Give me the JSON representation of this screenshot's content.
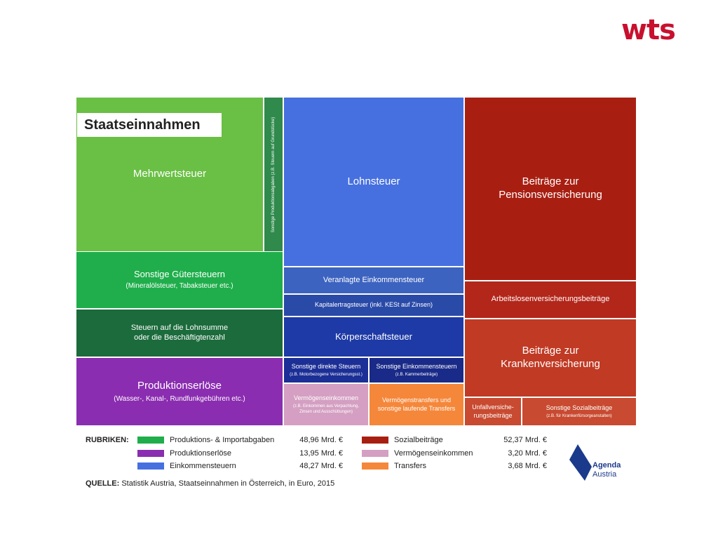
{
  "header": {
    "logo_text": "wts"
  },
  "chart_data": {
    "type": "treemap",
    "title": "Staatseinnahmen",
    "tiles": [
      {
        "label": "Mehrwertsteuer",
        "group": "Produktions- & Importabgaben",
        "color": "#6abf45"
      },
      {
        "label": "Sonstige Produktionsabgaben (z.B. Steuern auf Grundstücke)",
        "group": "Produktions- & Importabgaben",
        "color": "#2f8a4c"
      },
      {
        "label": "Sonstige Gütersteuern",
        "sub": "(Mineralölsteuer, Tabaksteuer etc.)",
        "group": "Produktions- & Importabgaben",
        "color": "#1fae4b"
      },
      {
        "label": "Steuern auf die Lohnsumme\noder die Beschäftigtenzahl",
        "group": "Produktions- & Importabgaben",
        "color": "#1c6b3c"
      },
      {
        "label": "Produktionserlöse",
        "sub": "(Wasser-, Kanal-, Rundfunkgebühren etc.)",
        "group": "Produktionserlöse",
        "color": "#8a2db0"
      },
      {
        "label": "Lohnsteuer",
        "group": "Einkommensteuern",
        "color": "#4670e0"
      },
      {
        "label": "Veranlagte Einkommensteuer",
        "group": "Einkommensteuern",
        "color": "#3d63c0"
      },
      {
        "label": "Kapitalertragsteuer (inkl. KESt auf Zinsen)",
        "group": "Einkommensteuern",
        "color": "#2a4aa8"
      },
      {
        "label": "Körperschaftsteuer",
        "group": "Einkommensteuern",
        "color": "#1e3aa6"
      },
      {
        "label": "Sonstige direkte Steuern",
        "sub": "(z.B. Motorbezogene Versicherungsst.)",
        "group": "Einkommensteuern",
        "color": "#1c2f96"
      },
      {
        "label": "Sonstige Einkommensteuern",
        "sub": "(z.B. Kammerbeiträge)",
        "group": "Einkommensteuern",
        "color": "#1a2a88"
      },
      {
        "label": "Vermögenseinkommen",
        "sub": "(z.B. Einkommen aus Verpachtung,\nZinsen und Ausschüttungen)",
        "group": "Vermögenseinkommen",
        "color": "#d49fc2"
      },
      {
        "label": "Vermögenstransfers und\nsonstige laufende Transfers",
        "group": "Transfers",
        "color": "#f5873a"
      },
      {
        "label": "Beiträge zur\nPensionsversicherung",
        "group": "Sozialbeiträge",
        "color": "#a81f12"
      },
      {
        "label": "Arbeitslosenversicherungsbeiträge",
        "group": "Sozialbeiträge",
        "color": "#b3261a"
      },
      {
        "label": "Beiträge zur\nKrankenversicherung",
        "group": "Sozialbeiträge",
        "color": "#c03a24"
      },
      {
        "label": "Unfallversiche-\nrungsbeiträge",
        "group": "Sozialbeiträge",
        "color": "#c84a30"
      },
      {
        "label": "Sonstige Sozialbeiträge",
        "sub": "(z.B. für Krankenfürsorgeanstalten)",
        "group": "Sozialbeiträge",
        "color": "#c84a30"
      }
    ],
    "legend": {
      "heading": "RUBRIKEN:",
      "items": [
        {
          "name": "Produktions- & Importabgaben",
          "value": "48,96 Mrd. €",
          "color": "#1fae4b"
        },
        {
          "name": "Produktionserlöse",
          "value": "13,95 Mrd. €",
          "color": "#8a2db0"
        },
        {
          "name": "Einkommensteuern",
          "value": "48,27 Mrd. €",
          "color": "#4670e0"
        },
        {
          "name": "Sozialbeiträge",
          "value": "52,37 Mrd. €",
          "color": "#a81f12"
        },
        {
          "name": "Vermögenseinkommen",
          "value": "3,20 Mrd. €",
          "color": "#d49fc2"
        },
        {
          "name": "Transfers",
          "value": "3,68 Mrd. €",
          "color": "#f5873a"
        }
      ]
    }
  },
  "source": {
    "label": "QUELLE:",
    "text": " Statistik Austria, Staatseinnahmen in Österreich, in Euro, 2015"
  },
  "agenda": {
    "line1": "Agenda",
    "line2": "Austria"
  }
}
